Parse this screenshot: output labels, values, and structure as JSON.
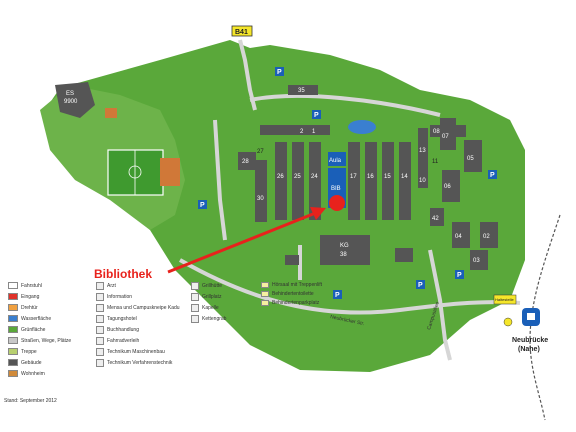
{
  "map": {
    "highlight_label": "Bibliothek",
    "buildings": {
      "es": "ES",
      "es_num": "9900",
      "b41": "B41",
      "aula": "Aula",
      "bib": "BIB",
      "kg": "KG",
      "kg_num": "38",
      "n35": "35",
      "n28": "28",
      "n27": "27",
      "n26": "26",
      "n25": "25",
      "n24": "24",
      "n30": "30",
      "n2": "2",
      "n1": "1",
      "n17": "17",
      "n16": "16",
      "n15": "15",
      "n14": "14",
      "n13": "13",
      "n11": "11",
      "n10": "10",
      "n08": "08",
      "n07": "07",
      "n06": "06",
      "n05": "05",
      "n04": "04",
      "n03": "03",
      "n02": "02",
      "n42": "42",
      "n1b": "1"
    },
    "streets": [
      "Neubrücker Str.",
      "Campusallee"
    ],
    "station_label_1": "Neubrücke",
    "station_label_2": "(Nahe)",
    "stop_sign": "Haltestelle",
    "parking_symbol": "P"
  },
  "legend": {
    "items_left": [
      {
        "label": "Fahrstuhl",
        "color": "#ffffff"
      },
      {
        "label": "Eingang",
        "color": "#e0322a"
      },
      {
        "label": "Drehtür",
        "color": "#f0a040"
      },
      {
        "label": "Wasserfläche",
        "color": "#3a7fd0"
      },
      {
        "label": "Grünfläche",
        "color": "#5aa83a"
      },
      {
        "label": "Straßen, Wege, Plätze",
        "color": "#c8c8c8"
      },
      {
        "label": "Treppe",
        "color": "#b8d070"
      },
      {
        "label": "Gebäude",
        "color": "#555555"
      },
      {
        "label": "Wohnheim",
        "color": "#d08a3a"
      }
    ],
    "items_mid": [
      {
        "label": "Arzt",
        "icon": "+"
      },
      {
        "label": "Information",
        "icon": "i"
      },
      {
        "label": "Mensa und Campuskneipe Kadu",
        "icon": "M"
      },
      {
        "label": "Tagungshotel",
        "icon": "H"
      },
      {
        "label": "Buchhandlung",
        "icon": "B"
      },
      {
        "label": "Fahrradverleih",
        "icon": "F"
      },
      {
        "label": "Technikum Maschinenbau",
        "icon": "T"
      },
      {
        "label": "Technikum Verfahrenstechnik",
        "icon": "T"
      }
    ],
    "items_right": [
      {
        "label": "Grillhütte",
        "icon": "G"
      },
      {
        "label": "Grillplatz",
        "icon": "G"
      },
      {
        "label": "Kapelle",
        "icon": "K"
      },
      {
        "label": "Kettengrab",
        "icon": "K"
      }
    ],
    "items_far": [
      {
        "label": "Hörsaal mit Treppenlift"
      },
      {
        "label": "Behindertentoilette"
      },
      {
        "label": "Behindertenparkplatz"
      }
    ],
    "stand": "Stand: September 2012"
  },
  "colors": {
    "green": "#5aa83a",
    "light_green": "#b8d070",
    "building": "#555555",
    "road": "#cfcfcf",
    "arrow": "#e8221c",
    "bib_blue": "#1a5fb8"
  }
}
